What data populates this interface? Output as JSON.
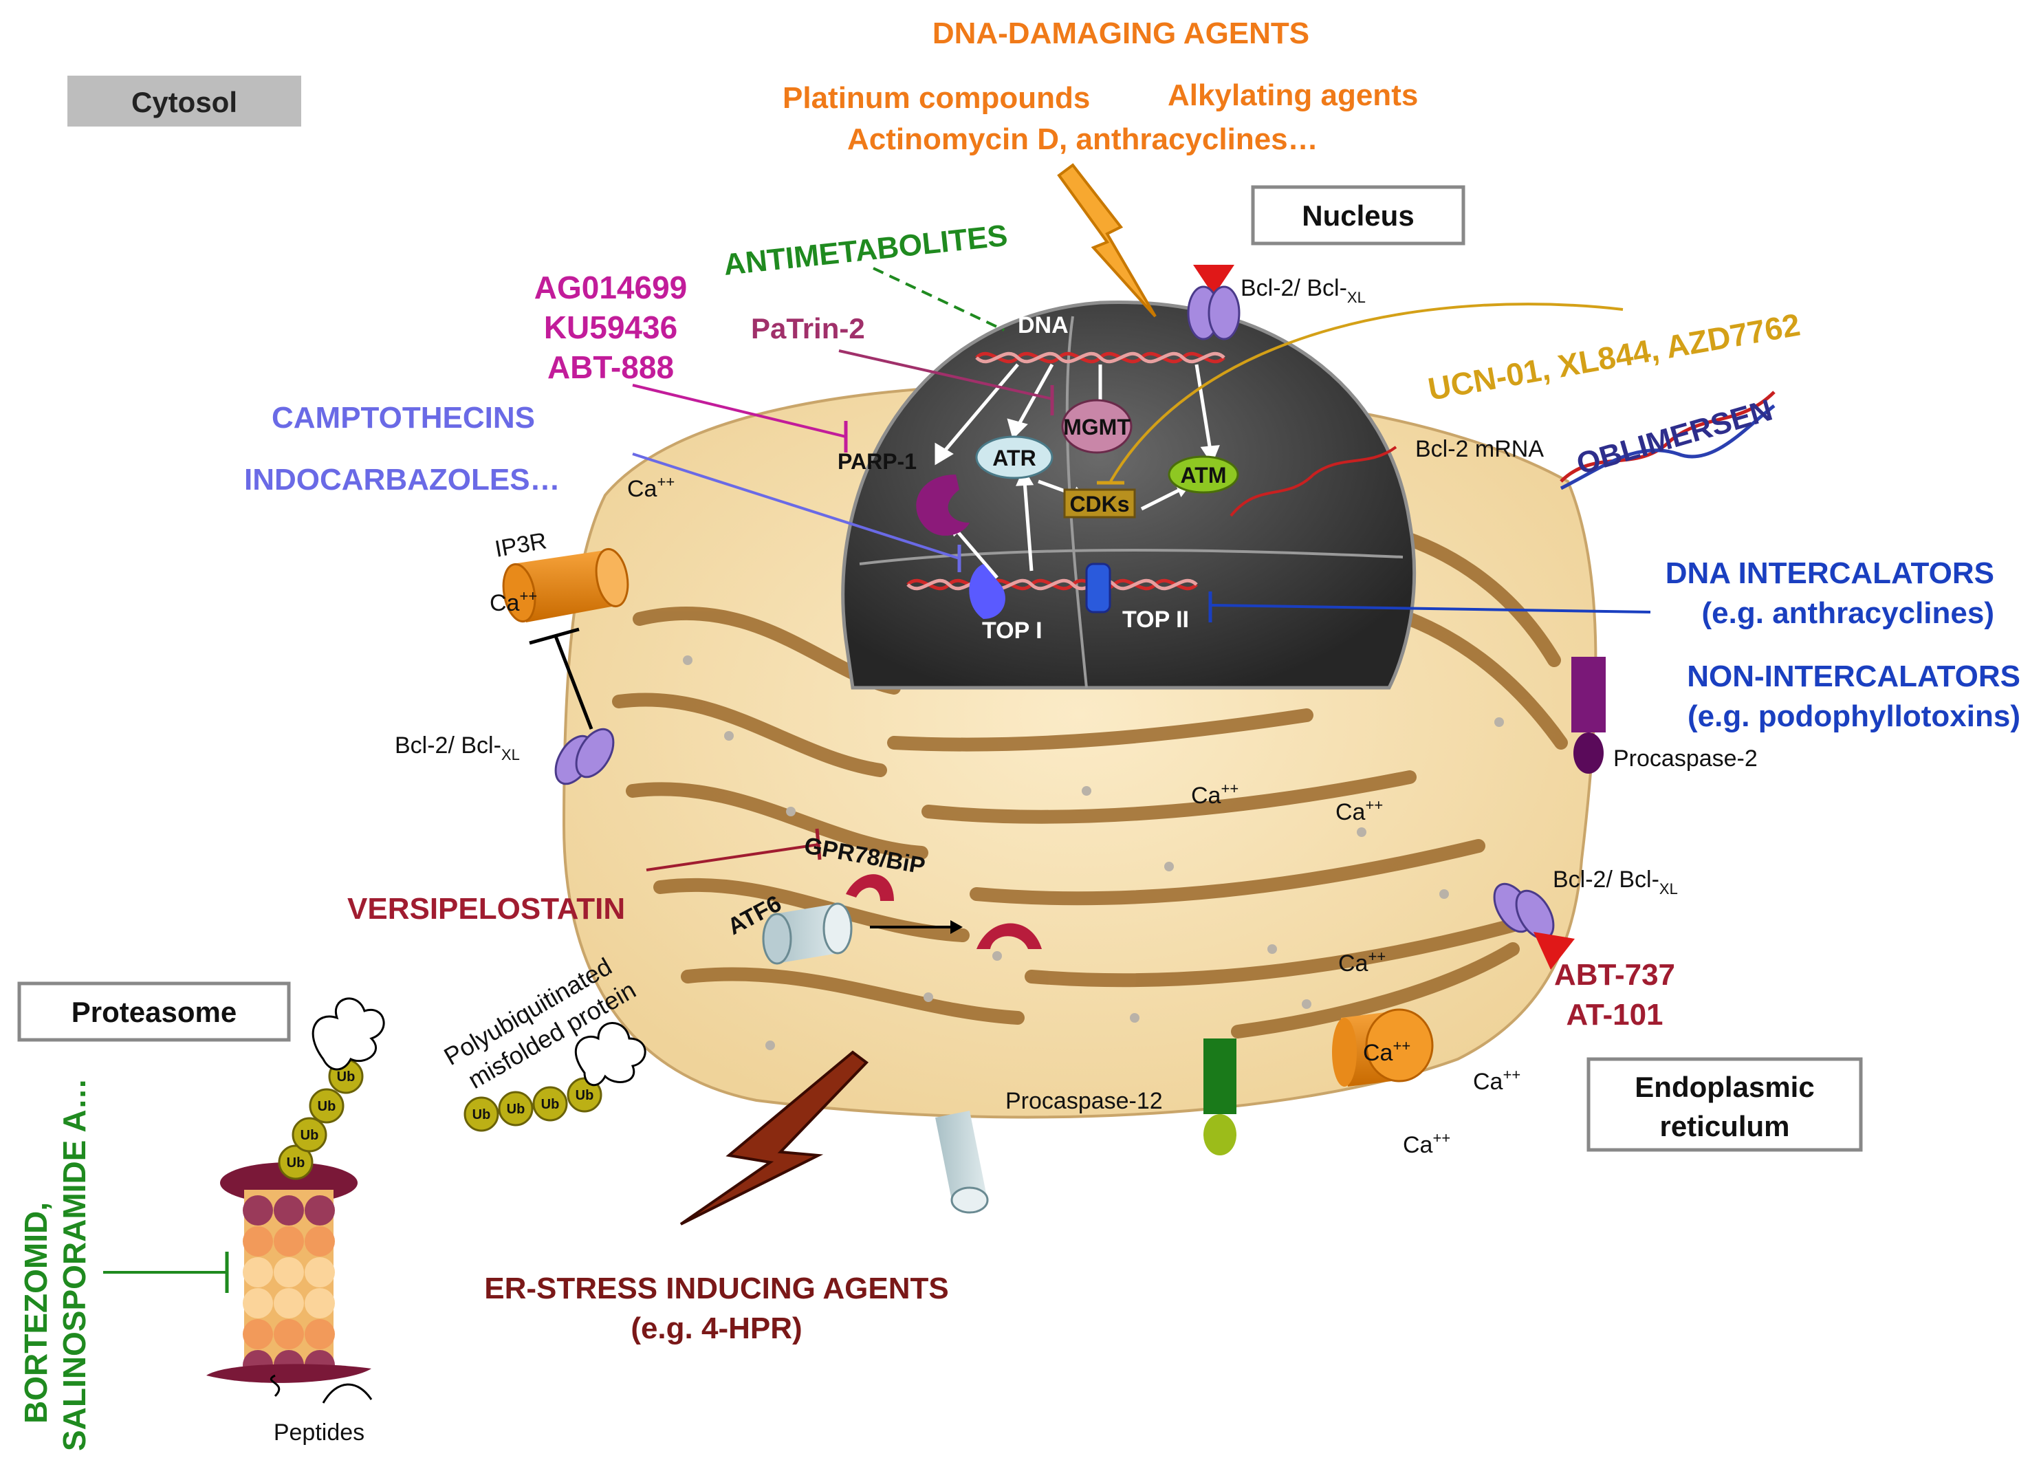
{
  "compartments": {
    "cytosol": "Cytosol",
    "nucleus": "Nucleus",
    "proteasome": "Proteasome",
    "er_line1": "Endoplasmic",
    "er_line2": "reticulum"
  },
  "dna_damaging": {
    "title": "DNA-DAMAGING AGENTS",
    "line1a": "Platinum compounds",
    "line1b": "Alkylating agents",
    "line2": "Actinomycin D, anthracyclines…"
  },
  "drugs": {
    "antimetabolites": "ANTIMETABOLITES",
    "parp_inhibitors": [
      "AG014699",
      "KU59436",
      "ABT-888"
    ],
    "patrin": "PaTrin-2",
    "camptothecins": "CAMPTOTHECINS",
    "indocarbazoles": "INDOCARBAZOLES…",
    "chk_inhibitors": "UCN-01, XL844, AZD7762",
    "oblimersen": "OBLIMERSEN",
    "intercalators_1": "DNA INTERCALATORS",
    "intercalators_2": "(e.g. anthracyclines)",
    "non_intercalators_1": "NON-INTERCALATORS",
    "non_intercalators_2": "(e.g. podophyllotoxins)",
    "versipelostatin": "VERSIPELOSTATIN",
    "bh3_mimetic_1": "ABT-737",
    "bh3_mimetic_2": "AT-101",
    "er_stress_1": "ER-STRESS INDUCING AGENTS",
    "er_stress_2": "(e.g. 4-HPR)",
    "proteasome_inhibitors_1": "BORTEZOMID,",
    "proteasome_inhibitors_2": "SALINOSPORAMIDE A…"
  },
  "molecules": {
    "dna": "DNA",
    "mgmt": "MGMT",
    "atr": "ATR",
    "atm": "ATM",
    "cdks": "CDKs",
    "parp1": "PARP-1",
    "top1": "TOP I",
    "top2": "TOP II",
    "bcl2_mrna": "Bcl-2 mRNA",
    "bcl2": "Bcl-2/ Bcl-",
    "bcl2_sub": "XL",
    "ip3r": "IP3R",
    "ca": "Ca",
    "ca_sup": "++",
    "procaspase2": "Procaspase-2",
    "procaspase12": "Procaspase-12",
    "grp78": "GPR78/BiP",
    "atf6": "ATF6",
    "polyub_1": "Polyubiquitinated",
    "polyub_2": "misfolded protein",
    "ub": "Ub",
    "peptides": "Peptides"
  },
  "colors": {
    "orange": "#f07a18",
    "green": "#1f8a1f",
    "magenta": "#c21c9a",
    "purple_red": "#a0306a",
    "periwinkle": "#6a6ae6",
    "gold": "#d4a017",
    "navy": "#2e2e8c",
    "blue": "#1a3fc0",
    "crimson": "#a01c30",
    "maroon": "#7a1818"
  }
}
